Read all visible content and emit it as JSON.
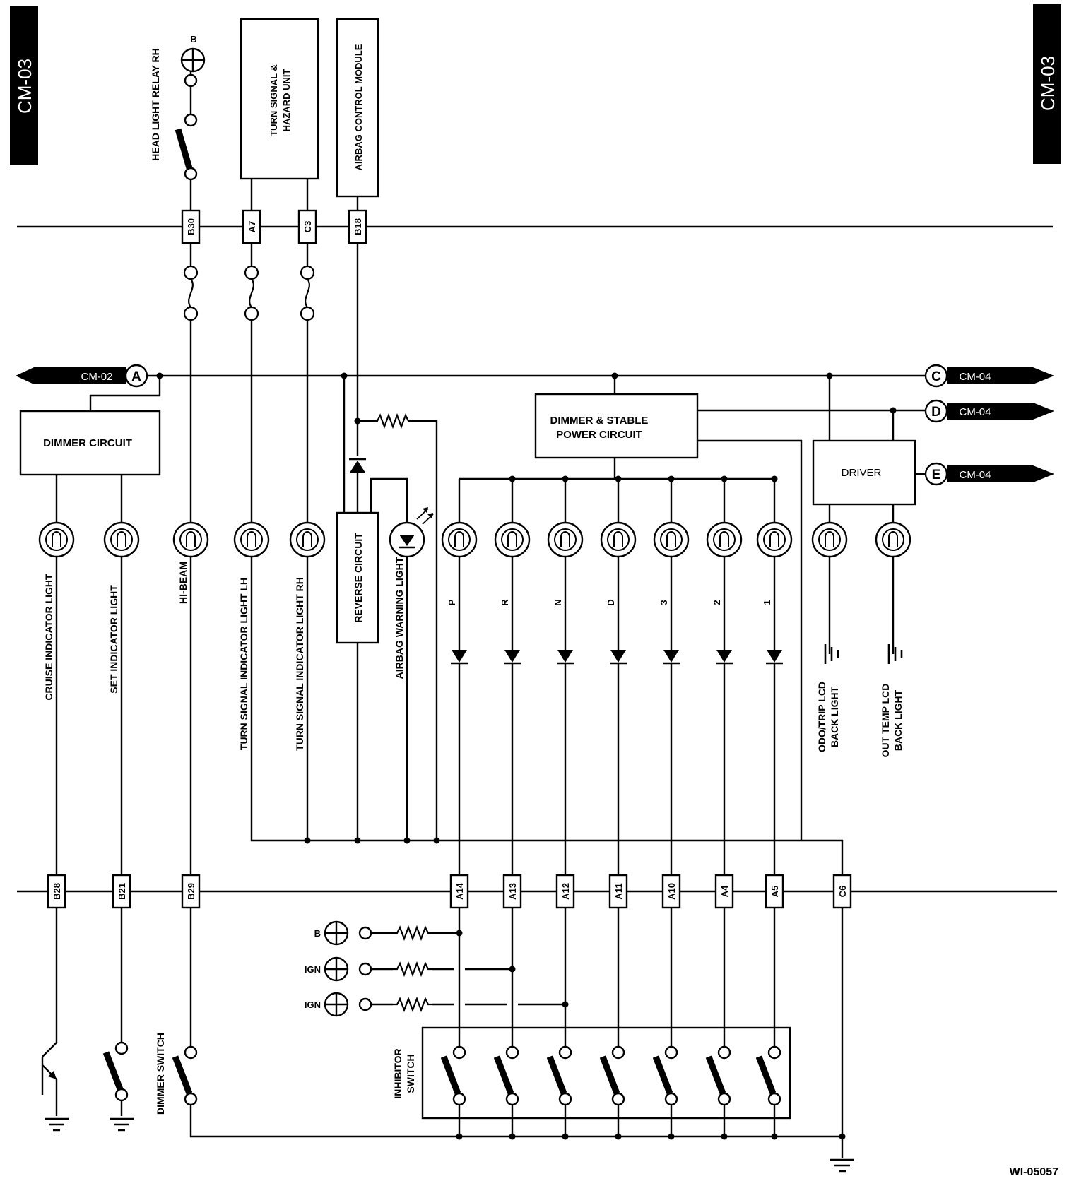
{
  "tabs": {
    "left": "CM-03",
    "right": "CM-03"
  },
  "top_labels": {
    "head_light_relay": "HEAD LIGHT RELAY RH",
    "turn_signal_unit": [
      "TURN SIGNAL &",
      "HAZARD UNIT"
    ],
    "airbag_module": "AIRBAG CONTROL MODULE",
    "battery": "B"
  },
  "top_connectors": [
    "B30",
    "A7",
    "C3",
    "B18"
  ],
  "offpage": [
    {
      "letter": "A",
      "ref": "CM-02"
    },
    {
      "letter": "C",
      "ref": "CM-04"
    },
    {
      "letter": "D",
      "ref": "CM-04"
    },
    {
      "letter": "E",
      "ref": "CM-04"
    }
  ],
  "blocks": {
    "dimmer_circuit": "DIMMER CIRCUIT",
    "dimmer_stable": [
      "DIMMER & STABLE",
      "POWER CIRCUIT"
    ],
    "driver": "DRIVER",
    "reverse_circuit": "REVERSE CIRCUIT"
  },
  "lamps": [
    "CRUISE INDICATOR LIGHT",
    "SET INDICATOR LIGHT",
    "HI-BEAM",
    "TURN SIGNAL INDICATOR LIGHT LH",
    "TURN SIGNAL INDICATOR LIGHT RH",
    "AIRBAG WARNING LIGHT"
  ],
  "gear_positions": [
    "P",
    "R",
    "N",
    "D",
    "3",
    "2",
    "1"
  ],
  "backlights": [
    [
      "ODO/TRIP LCD",
      "BACK LIGHT"
    ],
    [
      "OUT TEMP LCD",
      "BACK LIGHT"
    ]
  ],
  "bottom_connectors": [
    "B28",
    "B21",
    "B29",
    "A14",
    "A13",
    "A12",
    "A11",
    "A10",
    "A4",
    "A5",
    "C6"
  ],
  "power_sources": [
    "B",
    "IGN",
    "IGN"
  ],
  "switches": {
    "dimmer_switch": "DIMMER SWITCH",
    "inhibitor_switch": [
      "INHIBITOR",
      "SWITCH"
    ]
  },
  "diagram_id": "WI-05057"
}
